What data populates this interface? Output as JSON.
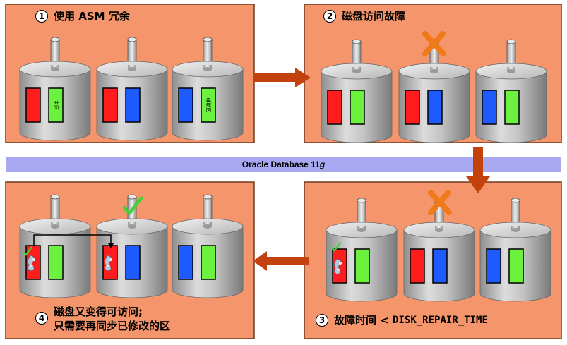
{
  "panels": [
    {
      "number": "1",
      "title": "使用 ASM 冗余"
    },
    {
      "number": "2",
      "title": "磁盘访问故障"
    },
    {
      "number": "3",
      "title_prefix": "故障时间 < ",
      "title_code": "DISK_REPAIR_TIME"
    },
    {
      "number": "4",
      "title_line1": "磁盘又变得可访问;",
      "title_line2": "只需要再同步已修改的区"
    }
  ],
  "band": {
    "text_prefix": "Oracle Database 11",
    "text_italic": "g"
  },
  "extent_labels": {
    "primary": "主区",
    "secondary": "辅助区"
  },
  "colors": {
    "panel_fill": "#F4956B",
    "panel_border": "#6E3A1E",
    "band": "#A9A9F2",
    "arrow": "#C2410C",
    "red_extent": "#FF1C1C",
    "green_extent": "#6CF23E",
    "blue_extent": "#1E5BFF",
    "fail_mark": "#F07A1A",
    "check_mark": "#43D13B"
  },
  "icons": [
    "disk-cylinder-icon",
    "failure-x-icon",
    "checkmark-icon",
    "stale-extent-icon",
    "flow-arrow-icon"
  ]
}
